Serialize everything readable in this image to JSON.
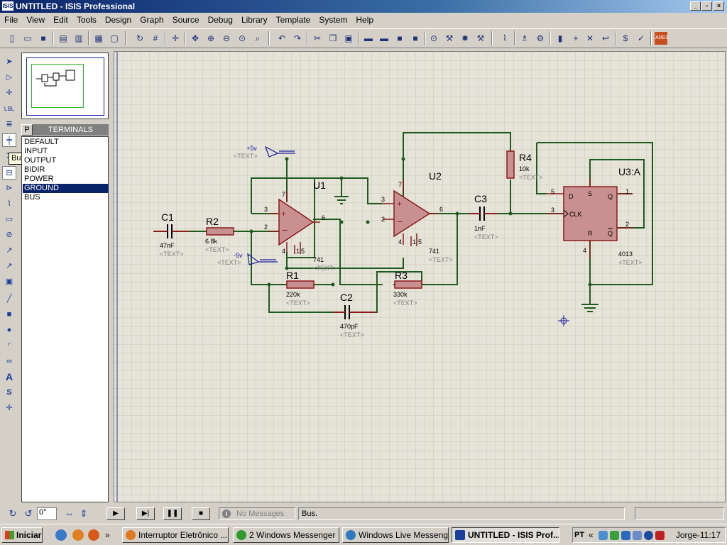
{
  "window": {
    "title": "UNTITLED - ISIS Professional",
    "app_icon_text": "ISIS"
  },
  "menu": [
    "File",
    "View",
    "Edit",
    "Tools",
    "Design",
    "Graph",
    "Source",
    "Debug",
    "Library",
    "Template",
    "System",
    "Help"
  ],
  "tooltip": "Buses Mode",
  "terminals": {
    "tab_p": "P",
    "header": "TERMINALS",
    "items": [
      "DEFAULT",
      "INPUT",
      "OUTPUT",
      "BIDIR",
      "POWER",
      "GROUND",
      "BUS"
    ],
    "selected": "GROUND"
  },
  "schematic": {
    "labels": {
      "c1": "C1",
      "c1_val": "47nF",
      "r2": "R2",
      "r2_val": "6.8k",
      "u1": "U1",
      "u1_val": "741",
      "u2": "U2",
      "u2_val": "741",
      "r1": "R1",
      "r1_val": "220k",
      "r3": "R3",
      "r3_val": "330k",
      "c2": "C2",
      "c2_val": "470pF",
      "c3": "C3",
      "c3_val": "1nF",
      "r4": "R4",
      "r4_val": "10k",
      "u3": "U3:A",
      "u3_val": "4013",
      "vplus": "+5v",
      "vminus": "-5v",
      "text_placeholder": "<TEXT>",
      "pin_d": "D",
      "pin_s": "S",
      "pin_q": "Q",
      "pin_clk": "CLK",
      "pin_r": "R",
      "pin_qbar": "Q",
      "pin3": "3",
      "pin2": "2",
      "pin6": "6",
      "pin7": "7",
      "pin4": "4",
      "pin1": "1",
      "pin5": "5"
    }
  },
  "bottom": {
    "rotation": "0°",
    "messages": "No Messages",
    "status": "Bus."
  },
  "taskbar": {
    "start": "Iniciar",
    "tasks": [
      {
        "label": "Interruptor Eletrônico ...",
        "color": "#e07820"
      },
      {
        "label": "2 Windows Messenger",
        "color": "#2e9a2e"
      },
      {
        "label": "Windows Live Messenger",
        "color": "#2e7ac0"
      },
      {
        "label": "UNTITLED - ISIS Prof...",
        "color": "#1a3c9a"
      }
    ],
    "lang": "PT",
    "clock": "Jorge-11:17"
  }
}
